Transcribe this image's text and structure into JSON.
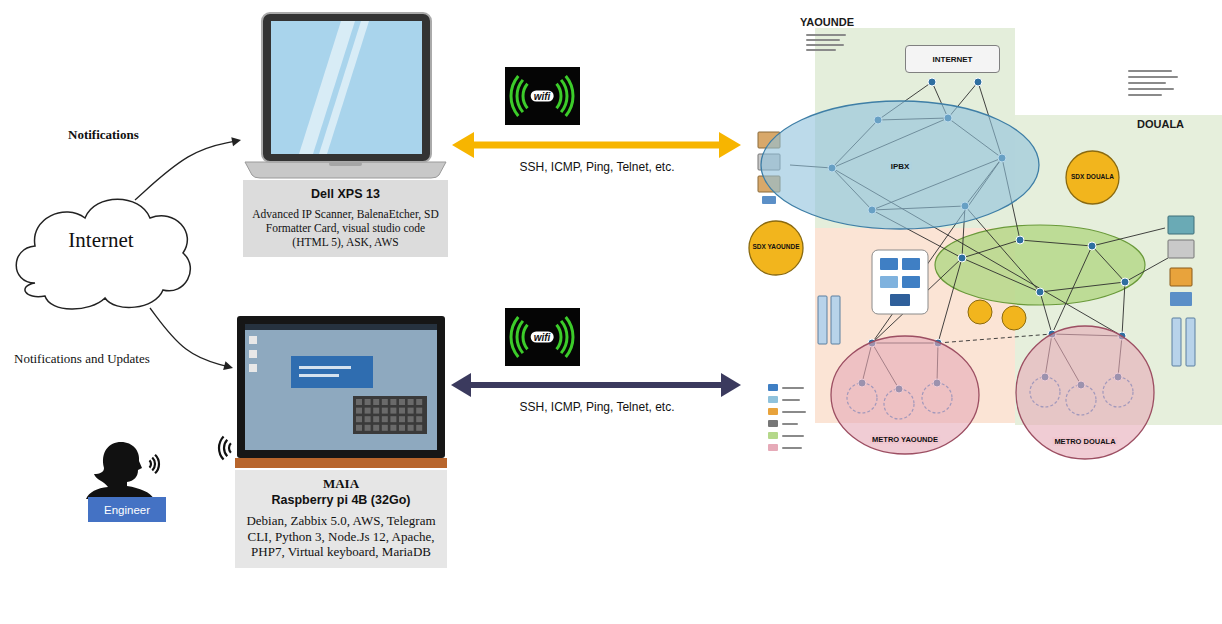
{
  "diagram": {
    "nodes": [
      {
        "text": [
          "Dell XPS 13",
          "Advanced IP Scanner, BalenaEtcher, SD Formatter Card, visual studio code (HTML 5), ASK, AWS"
        ]
      },
      {
        "text": [
          "Internet"
        ]
      },
      {
        "text": [
          "MAIA",
          "Raspberry pi 4B (32Go)",
          "Debian, Zabbix 5.0, AWS, Telegram CLI, Python 3, Node.Js 12, Apache, PHP7, Virtual keyboard, MariaDB"
        ]
      },
      {
        "text": [
          "Engineer"
        ]
      },
      {
        "text": [
          "YAOUNDE",
          "DOUALA"
        ]
      },
      {
        "text": [
          "INTERNET"
        ],
        "in": 4
      },
      {
        "text": [
          "IPBX"
        ],
        "in": 4
      },
      {
        "text": [
          "SDX DOUALA"
        ],
        "in": 4
      },
      {
        "text": [
          "SDX YAOUNDE"
        ],
        "in": 4
      },
      {
        "text": [
          "METRO YAOUNDE"
        ],
        "in": 4
      },
      {
        "text": [
          "METRO DOUALA"
        ],
        "in": 4
      }
    ],
    "edges": [
      {
        "from": 1,
        "to": 0,
        "arrow": "to",
        "label": "Notifications"
      },
      {
        "from": 1,
        "to": 2,
        "arrow": "to",
        "label": "Notifications and Updates"
      },
      {
        "from": 0,
        "to": 4,
        "arrow": "both",
        "label": "SSH, ICMP, Ping, Telnet, etc."
      },
      {
        "from": 2,
        "to": 4,
        "arrow": "both",
        "label": "SSH, ICMP, Ping, Telnet, etc."
      }
    ],
    "labels": [
      "wifi",
      "wifi"
    ]
  }
}
